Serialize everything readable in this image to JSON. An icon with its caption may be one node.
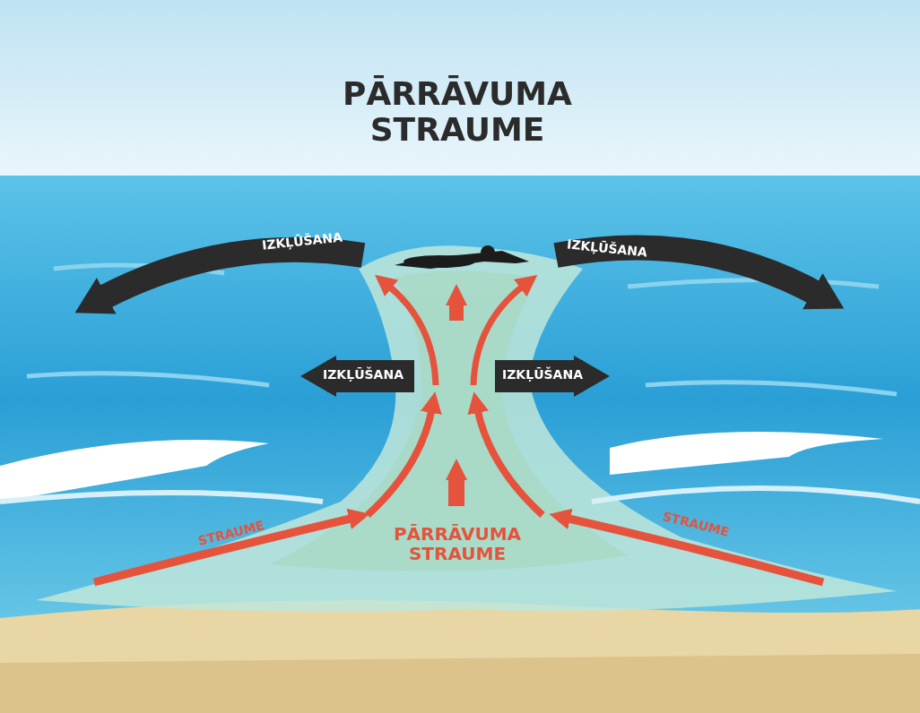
{
  "diagram": {
    "title": "PĀRRĀVUMA STRAUME",
    "labels": [
      "IZKĻŪŠANA",
      "IZKĻŪŠANA",
      "IZKĻŪŠANA",
      "IZKĻŪŠANA",
      "STRAUME",
      "PĀRRĀVUMA STRAUME",
      "STRAUME"
    ]
  }
}
